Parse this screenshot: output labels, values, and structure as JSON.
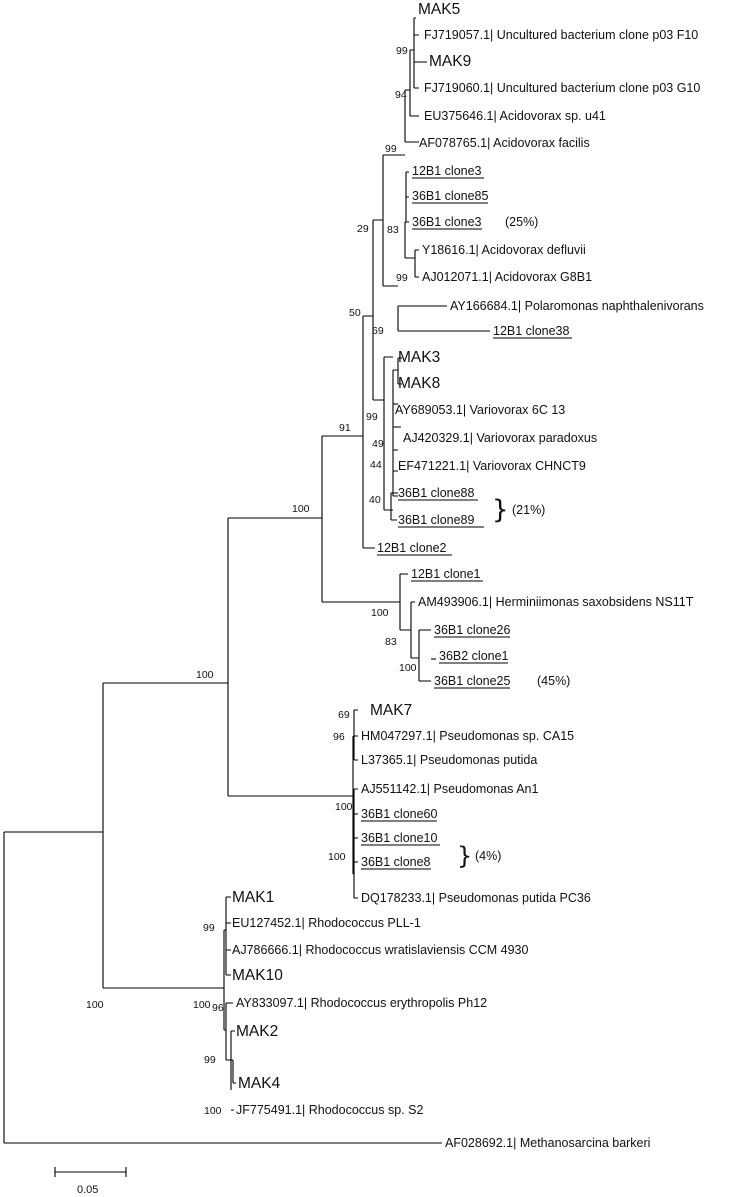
{
  "leaves": {
    "mak5": "MAK5",
    "fj719057": "FJ719057.1| Uncultured bacterium clone p03 F10",
    "mak9": "MAK9",
    "fj719060": "FJ719060.1| Uncultured bacterium clone p03 G10",
    "eu375646": "EU375646.1| Acidovorax sp. u41",
    "af078765": "AF078765.1| Acidovorax facilis",
    "c12b1_clone3": "12B1 clone3",
    "c36b1_clone85": "36B1 clone85",
    "c36b1_clone3": "36B1 clone3",
    "y18616": "Y18616.1| Acidovorax defluvii",
    "aj012071": "AJ012071.1| Acidovorax G8B1",
    "ay166684": "AY166684.1| Polaromonas naphthalenivorans",
    "c12b1_clone38": "12B1 clone38",
    "mak3": "MAK3",
    "mak8": "MAK8",
    "ay689053": "AY689053.1| Variovorax 6C 13",
    "aj420329": "AJ420329.1| Variovorax paradoxus",
    "ef471221": "EF471221.1| Variovorax CHNCT9",
    "c36b1_clone88": "36B1 clone88",
    "c36b1_clone89": "36B1 clone89",
    "c12b1_clone2": "12B1 clone2",
    "c12b1_clone1": "12B1 clone1",
    "am493906": "AM493906.1| Herminiimonas saxobsidens NS11T",
    "c36b1_clone26": "36B1 clone26",
    "c36b2_clone1": "36B2 clone1",
    "c36b1_clone25": "36B1 clone25",
    "mak7": "MAK7",
    "hm047297": "HM047297.1| Pseudomonas sp. CA15",
    "l37365": "L37365.1| Pseudomonas putida",
    "aj551142": "AJ551142.1| Pseudomonas An1",
    "c36b1_clone60": "36B1 clone60",
    "c36b1_clone10": "36B1 clone10",
    "c36b1_clone8": "36B1 clone8",
    "dq178233": "DQ178233.1| Pseudomonas putida PC36",
    "mak1": "MAK1",
    "eu127452": "EU127452.1| Rhodococcus PLL-1",
    "aj786666": "AJ786666.1| Rhodococcus wratislaviensis CCM 4930",
    "mak10": "MAK10",
    "ay833097": "AY833097.1| Rhodococcus erythropolis Ph12",
    "mak2": "MAK2",
    "mak4": "MAK4",
    "jf775491": "JF775491.1| Rhodococcus sp. S2",
    "af028692": "AF028692.1| Methanosarcina barkeri"
  },
  "bootstrap": {
    "b99_mak5": "99",
    "b94": "94",
    "b99_acido": "99",
    "b83": "83",
    "b29": "29",
    "b99_defluvii": "99",
    "b50": "50",
    "b69_polaro": "69",
    "b91": "91",
    "b99_vario": "99",
    "b49": "49",
    "b44": "44",
    "b40": "40",
    "b100_beta": "100",
    "b100_hermin": "100",
    "b83_clone26": "83",
    "b100_clone25": "100",
    "b100_proteo": "100",
    "b69_mak7": "69",
    "b96_mak7": "96",
    "b100_pseudo": "100",
    "b100_clone10": "100",
    "b99_mak1": "99",
    "b100_rhodo": "100",
    "b96_rhodo": "96",
    "b99_mak2": "99",
    "b100_mak4": "100",
    "b100_root": "100"
  },
  "percentages": {
    "p25": "(25%)",
    "p21": "(21%)",
    "p45": "(45%)",
    "p4": "(4%)"
  },
  "scale_bar": {
    "label": "0.05"
  }
}
